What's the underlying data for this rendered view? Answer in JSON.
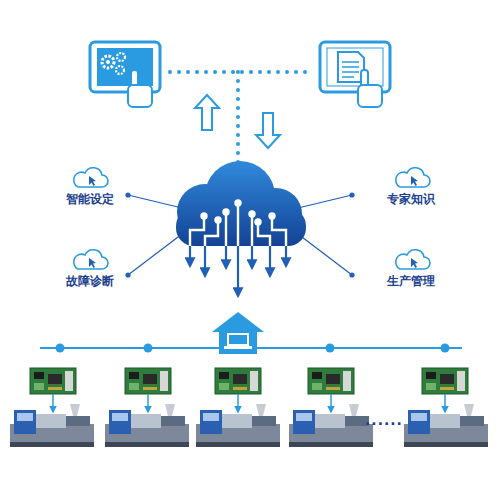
{
  "diagram": {
    "labels": [
      "智能设定",
      "专家知识",
      "故障诊断",
      "生产管理",
      "......"
    ]
  }
}
